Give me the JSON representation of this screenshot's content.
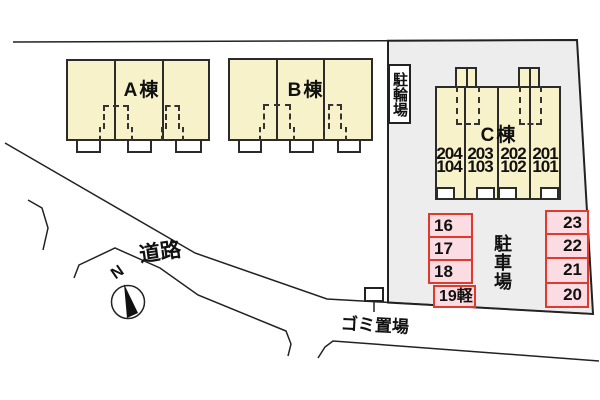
{
  "plan": {
    "buildings": {
      "a": {
        "label": "A棟"
      },
      "b": {
        "label": "B棟"
      },
      "c": {
        "label": "C棟",
        "units_upper": [
          "204",
          "203",
          "202",
          "201"
        ],
        "units_lower": [
          "104",
          "103",
          "102",
          "101"
        ]
      }
    },
    "labels": {
      "bicycle_parking": "駐輪場",
      "parking_lot": "駐車場",
      "road": "道路",
      "garbage": "ゴミ置場"
    },
    "parking": {
      "left_stalls": [
        "16",
        "17",
        "18",
        "19軽"
      ],
      "right_stalls": [
        "23",
        "22",
        "21",
        "20"
      ]
    },
    "compass": {
      "north": "N"
    },
    "colors": {
      "building_fill": "#F7F2C9",
      "stall_fill": "#FBDCE3",
      "stall_border": "#E03A2F",
      "zone_fill": "#EDEDED",
      "line": "#222222"
    }
  }
}
